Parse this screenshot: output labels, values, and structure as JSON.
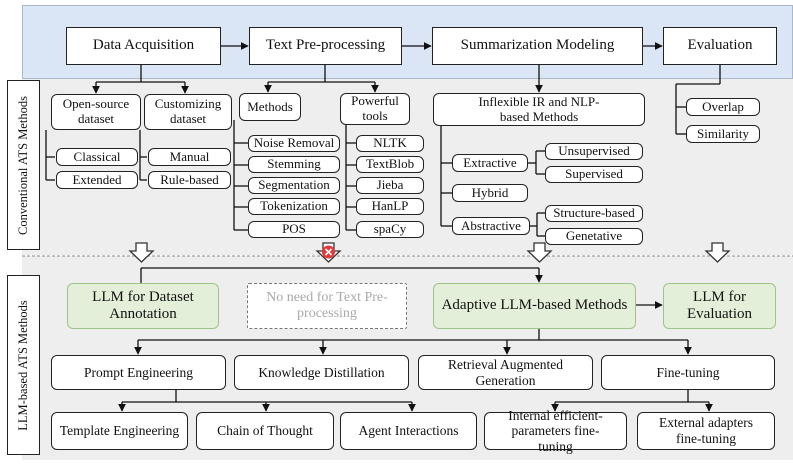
{
  "pipeline": {
    "data_acquisition": "Data Acquisition",
    "text_preprocessing": "Text Pre-processing",
    "summarization_modeling": "Summarization Modeling",
    "evaluation": "Evaluation"
  },
  "conventional": {
    "section_label": "Conventional ATS Methods",
    "open_source_dataset": "Open-source dataset",
    "customizing_dataset": "Customizing dataset",
    "classical": "Classical",
    "extended": "Extended",
    "manual": "Manual",
    "rule_based": "Rule-based",
    "methods": "Methods",
    "powerful_tools": "Powerful tools",
    "methods_items": [
      "Noise Removal",
      "Stemming",
      "Segmentation",
      "Tokenization",
      "POS"
    ],
    "tools_items": [
      "NLTK",
      "TextBlob",
      "Jieba",
      "HanLP",
      "spaCy"
    ],
    "inflexible": "Inflexible IR and NLP-based Methods",
    "extractive": "Extractive",
    "hybrid": "Hybrid",
    "abstractive": "Abstractive",
    "unsupervised": "Unsupervised",
    "supervised": "Supervised",
    "structure_based": "Structure-based",
    "genetative": "Genetative",
    "overlap": "Overlap",
    "similarity": "Similarity"
  },
  "llm": {
    "section_label": "LLM-based ATS Methods",
    "dataset_annotation": "LLM for Dataset Annotation",
    "no_need": "No need for Text Pre-processing",
    "adaptive": "Adaptive LLM-based Methods",
    "llm_evaluation": "LLM for Evaluation",
    "prompt_engineering": "Prompt Engineering",
    "knowledge_distillation": "Knowledge Distillation",
    "rag": "Retrieval Augmented Generation",
    "fine_tuning": "Fine-tuning",
    "template_engineering": "Template Engineering",
    "chain_of_thought": "Chain of Thought",
    "agent_interactions": "Agent Interactions",
    "internal_peft": "Internal efficient-parameters fine-tuning",
    "external_adapters": "External adapters fine-tuning"
  },
  "colors": {
    "top_band": "#dae6f5",
    "middle_band": "#eeeeee",
    "bottom_band": "#eeeeee",
    "green_fill": "#e4efd9",
    "red_cross": "#e23a3a"
  }
}
